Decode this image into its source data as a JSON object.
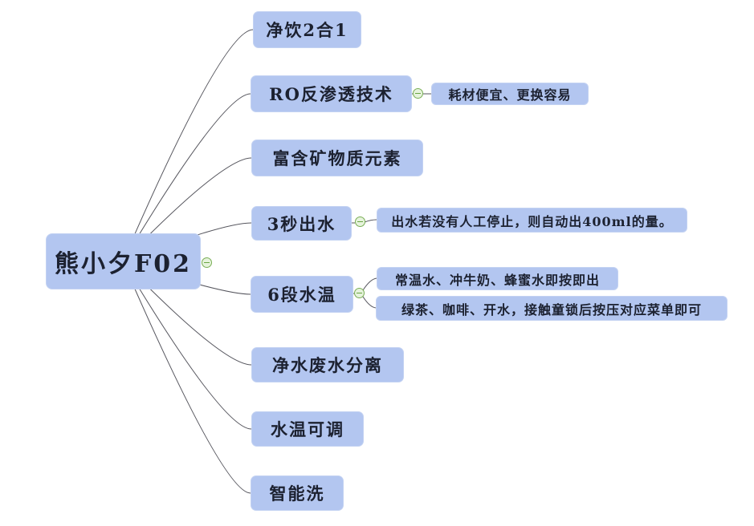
{
  "app": {
    "type": "mindmap-canvas",
    "background_color": "#ffffff"
  },
  "colors": {
    "node_fill": "#b3c6f0",
    "node_border": "#c3d2f2",
    "node_text": "#1c2130",
    "connector_line": "#55555d",
    "collapse_fill": "#e6f3dc",
    "collapse_stroke": "#79ae55"
  },
  "root": {
    "label": "熊小夕F02"
  },
  "branches": [
    {
      "label": "净饮2合1",
      "children": []
    },
    {
      "label": "RO反渗透技术",
      "children": [
        {
          "label": "耗材便宜、更换容易"
        }
      ]
    },
    {
      "label": "富含矿物质元素",
      "children": []
    },
    {
      "label": "3秒出水",
      "children": [
        {
          "label": "出水若没有人工停止，则自动出400ml的量。"
        }
      ]
    },
    {
      "label": "6段水温",
      "children": [
        {
          "label": "常温水、冲牛奶、蜂蜜水即按即出"
        },
        {
          "label": "绿茶、咖啡、开水，接触童锁后按压对应菜单即可"
        }
      ]
    },
    {
      "label": "净水废水分离",
      "children": []
    },
    {
      "label": "水温可调",
      "children": []
    },
    {
      "label": "智能洗",
      "children": []
    }
  ],
  "collapse_icon": {
    "state": "expanded",
    "symbol": "minus"
  }
}
